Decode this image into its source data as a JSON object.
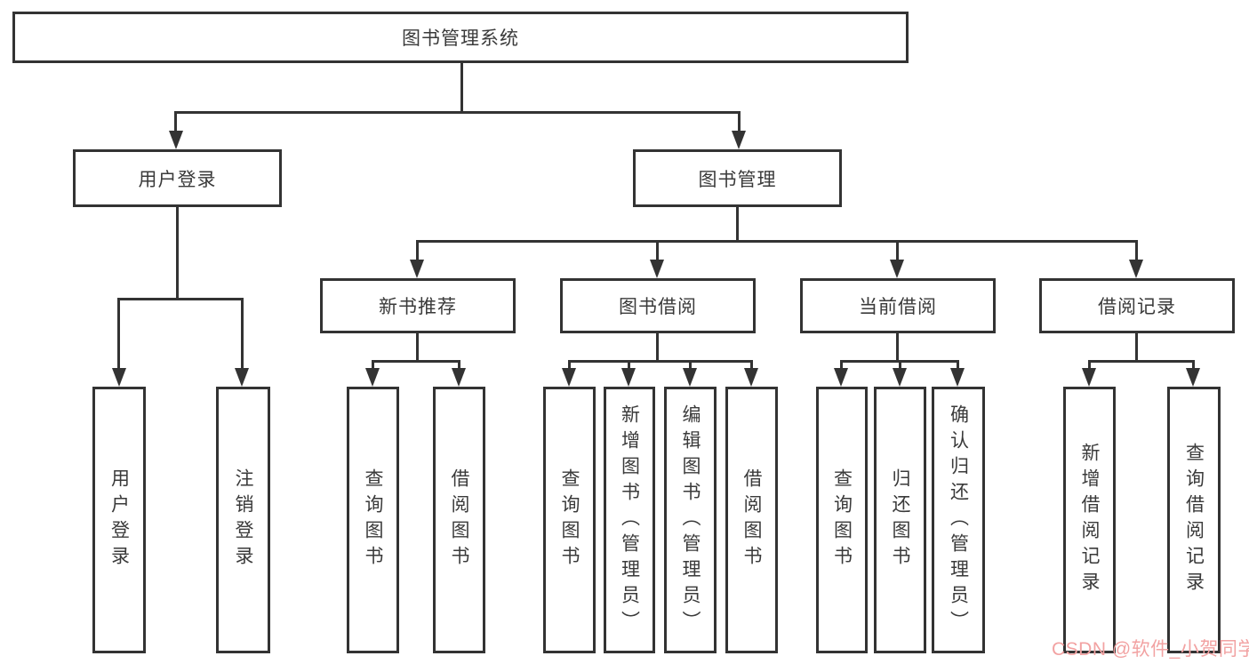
{
  "tree": {
    "root": {
      "label": "图书管理系统"
    },
    "user_login": {
      "label": "用户登录",
      "leaves": [
        {
          "label": "用户登录"
        },
        {
          "label": "注销登录"
        }
      ]
    },
    "book_management": {
      "label": "图书管理",
      "groups": [
        {
          "label": "新书推荐",
          "leaves": [
            {
              "label": "查询图书"
            },
            {
              "label": "借阅图书"
            }
          ]
        },
        {
          "label": "图书借阅",
          "leaves": [
            {
              "label": "查询图书"
            },
            {
              "label": "新增图书（管理员）"
            },
            {
              "label": "编辑图书（管理员）"
            },
            {
              "label": "借阅图书"
            }
          ]
        },
        {
          "label": "当前借阅",
          "leaves": [
            {
              "label": "查询图书"
            },
            {
              "label": "归还图书"
            },
            {
              "label": "确认归还（管理员）"
            }
          ]
        },
        {
          "label": "借阅记录",
          "leaves": [
            {
              "label": "新增借阅记录"
            },
            {
              "label": "查询借阅记录"
            }
          ]
        }
      ]
    }
  },
  "watermark": {
    "text": "CSDN @软件_小贺同学"
  },
  "colors": {
    "line": "#333333",
    "text": "#3a3a3a",
    "watermark": "#f2a2a2",
    "background": "#ffffff"
  }
}
